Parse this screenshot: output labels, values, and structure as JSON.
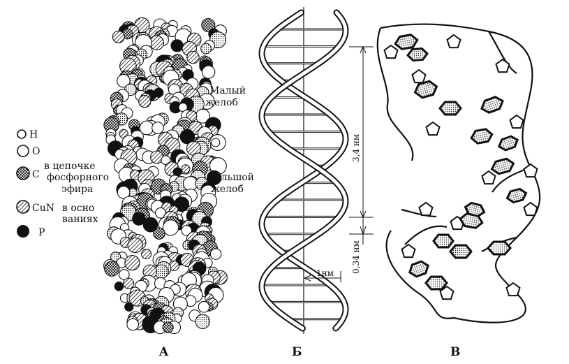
{
  "legend": [
    {
      "symbol": "open",
      "label": "H"
    },
    {
      "symbol": "open",
      "label": "O"
    },
    {
      "symbol": "crosshatch",
      "label": "C"
    },
    {
      "symbol": "hatched",
      "label": "CuN"
    },
    {
      "symbol": "solid",
      "label": "P"
    }
  ],
  "legend_notes": {
    "c_line1": "в цепочке",
    "c_line2": "фосфорного",
    "c_line3": "эфира",
    "n_line1": "в осно",
    "n_line2": "ваниях"
  },
  "groove_labels": {
    "minor_line1": "Малый",
    "minor_line2": "желоб",
    "major_line1": "Большой",
    "major_line2": "желоб"
  },
  "dimensions": {
    "pitch": "3,4 нм",
    "rise": "0,34 нм",
    "radius": "1нм"
  },
  "panels": {
    "a": "A",
    "b": "Б",
    "c": "В"
  }
}
